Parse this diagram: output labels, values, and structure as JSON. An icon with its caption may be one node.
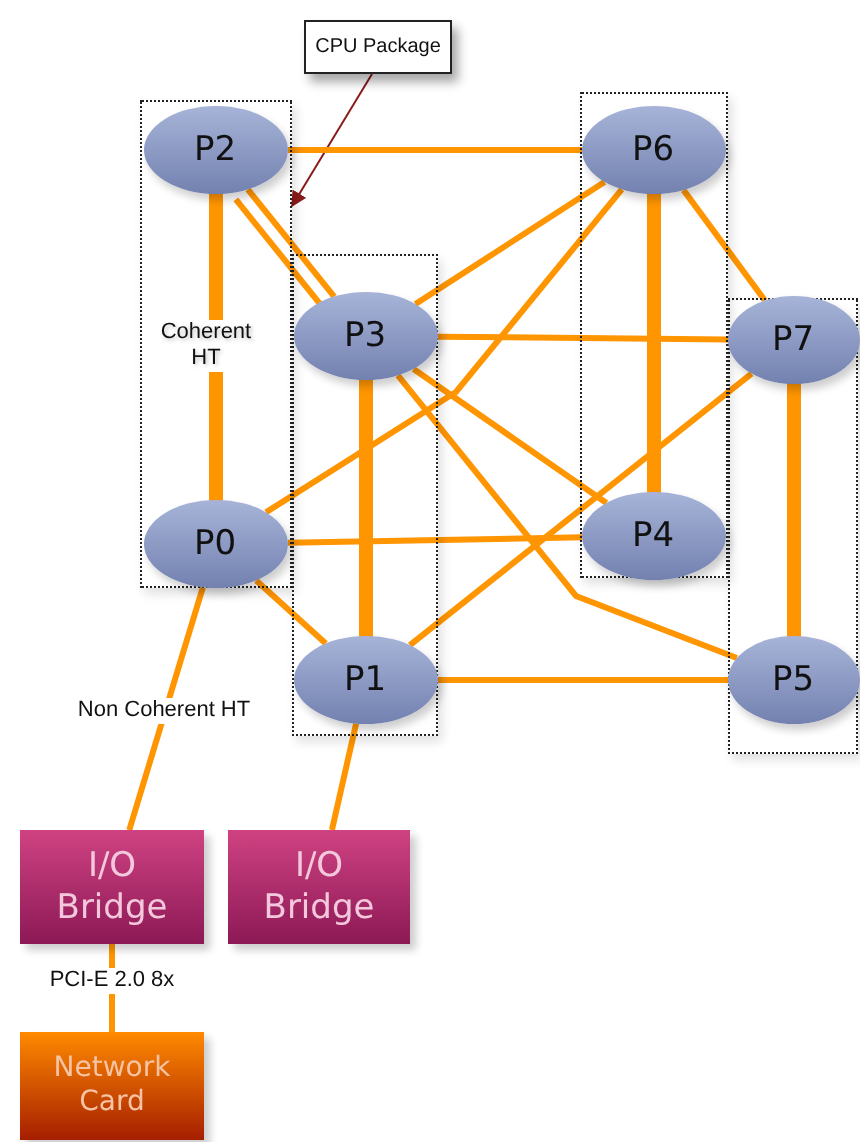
{
  "diagram": {
    "nodes": [
      {
        "text": [
          "CPU Package"
        ]
      },
      {
        "text": [],
        "shape": "box"
      },
      {
        "text": [
          "P2"
        ],
        "in": 1
      },
      {
        "text": [
          "P0"
        ],
        "in": 1
      },
      {
        "text": [],
        "shape": "box"
      },
      {
        "text": [
          "P3"
        ],
        "in": 4
      },
      {
        "text": [
          "P1"
        ],
        "in": 4
      },
      {
        "text": [],
        "shape": "box"
      },
      {
        "text": [
          "P6"
        ],
        "in": 7
      },
      {
        "text": [
          "P4"
        ],
        "in": 7
      },
      {
        "text": [],
        "shape": "box"
      },
      {
        "text": [
          "P7"
        ],
        "in": 10
      },
      {
        "text": [
          "P5"
        ],
        "in": 10
      },
      {
        "text": [
          "I/O Bridge"
        ]
      },
      {
        "text": [
          "I/O Bridge"
        ]
      },
      {
        "text": [
          "Network Card"
        ]
      }
    ],
    "edges": [
      {
        "from": 0,
        "to": 1,
        "arrow": "to",
        "color": "#8b1a1a"
      },
      {
        "from": 2,
        "to": 8,
        "arrow": "none"
      },
      {
        "from": 2,
        "to": 3,
        "arrow": "none",
        "style": "thick"
      },
      {
        "from": 2,
        "to": 5,
        "arrow": "none"
      },
      {
        "from": 2,
        "to": 5,
        "arrow": "none"
      },
      {
        "from": 8,
        "to": 5,
        "arrow": "none"
      },
      {
        "from": 8,
        "to": 3,
        "arrow": "none"
      },
      {
        "from": 5,
        "to": 11,
        "arrow": "none"
      },
      {
        "from": 5,
        "to": 9,
        "arrow": "none"
      },
      {
        "from": 5,
        "to": 12,
        "arrow": "none"
      },
      {
        "from": 5,
        "to": 6,
        "arrow": "none",
        "style": "thick"
      },
      {
        "from": 3,
        "to": 9,
        "arrow": "none"
      },
      {
        "from": 3,
        "to": 6,
        "arrow": "none"
      },
      {
        "from": 6,
        "to": 11,
        "arrow": "none"
      },
      {
        "from": 6,
        "to": 12,
        "arrow": "none"
      },
      {
        "from": 8,
        "to": 9,
        "arrow": "none",
        "style": "thick"
      },
      {
        "from": 8,
        "to": 11,
        "arrow": "none"
      },
      {
        "from": 11,
        "to": 12,
        "arrow": "none",
        "style": "thick"
      },
      {
        "from": 3,
        "to": 13,
        "arrow": "none",
        "label": "Non Coherent HT"
      },
      {
        "from": 6,
        "to": 14,
        "arrow": "none"
      },
      {
        "from": 13,
        "to": 15,
        "arrow": "none",
        "label": "PCI-E 2.0 8x"
      }
    ],
    "labels": [
      "Coherent HT"
    ]
  }
}
